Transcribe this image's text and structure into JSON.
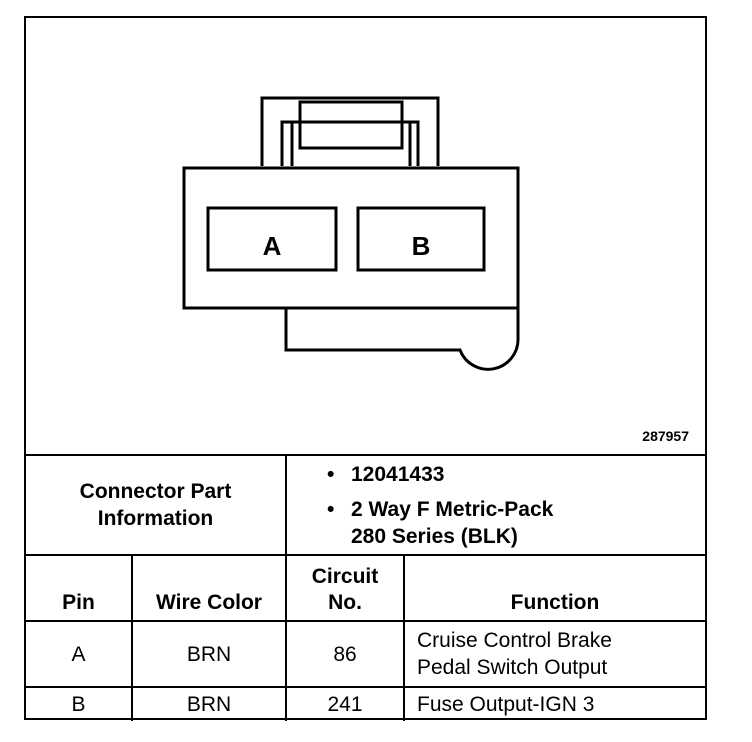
{
  "figure_id": "287957",
  "pins": [
    "A",
    "B"
  ],
  "connector_info": {
    "label_line1": "Connector Part",
    "label_line2": "Information",
    "bullets": [
      [
        "12041433"
      ],
      [
        "2 Way F Metric-Pack",
        "280 Series (BLK)"
      ]
    ]
  },
  "columns": {
    "pin": "Pin",
    "wire_color": "Wire Color",
    "circuit_line1": "Circuit",
    "circuit_line2": "No.",
    "function": "Function"
  },
  "rows": [
    {
      "pin": "A",
      "wire_color": "BRN",
      "circuit": "86",
      "function_line1": "Cruise Control Brake",
      "function_line2": "Pedal Switch Output"
    },
    {
      "pin": "B",
      "wire_color": "BRN",
      "circuit": "241",
      "function_line1": "Fuse Output-IGN 3",
      "function_line2": ""
    }
  ]
}
